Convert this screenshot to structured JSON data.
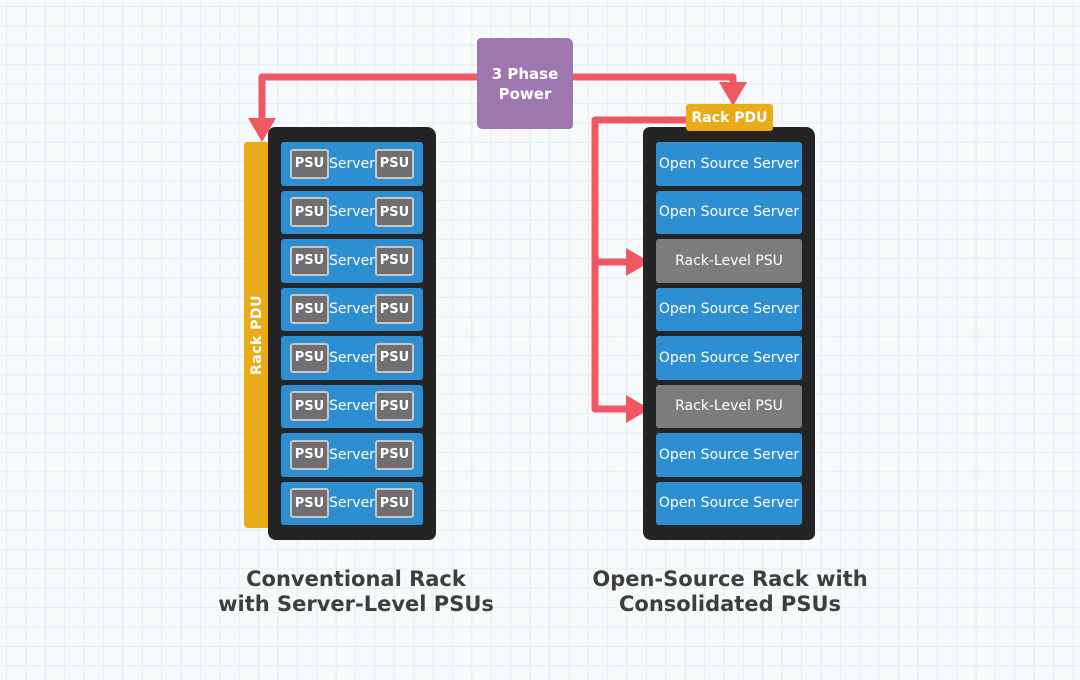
{
  "colors": {
    "background": "#f7fafb",
    "grid_line": "#e3edf4",
    "power_source_purple": "#9d77ae",
    "pdu_yellow": "#e9ab18",
    "server_blue": "#2e8ed2",
    "psu_gray": "#7c7c7c",
    "psu_box_fill": "#6f6f6f",
    "psu_box_border": "#c8c8c8",
    "rack_black": "#242424",
    "arrow_red": "#ef5862",
    "caption_text": "#3e3e3e"
  },
  "power_source": {
    "line1": "3 Phase",
    "line2": "Power"
  },
  "left_rack": {
    "pdu_label": "Rack PDU",
    "caption_line1": "Conventional Rack",
    "caption_line2": "with Server-Level PSUs",
    "rows": [
      {
        "psu_left": "PSU",
        "server_label": "Server",
        "psu_right": "PSU"
      },
      {
        "psu_left": "PSU",
        "server_label": "Server",
        "psu_right": "PSU"
      },
      {
        "psu_left": "PSU",
        "server_label": "Server",
        "psu_right": "PSU"
      },
      {
        "psu_left": "PSU",
        "server_label": "Server",
        "psu_right": "PSU"
      },
      {
        "psu_left": "PSU",
        "server_label": "Server",
        "psu_right": "PSU"
      },
      {
        "psu_left": "PSU",
        "server_label": "Server",
        "psu_right": "PSU"
      },
      {
        "psu_left": "PSU",
        "server_label": "Server",
        "psu_right": "PSU"
      },
      {
        "psu_left": "PSU",
        "server_label": "Server",
        "psu_right": "PSU"
      }
    ]
  },
  "right_rack": {
    "pdu_label": "Rack PDU",
    "caption_line1": "Open-Source Rack with",
    "caption_line2": "Consolidated PSUs",
    "rows": [
      {
        "label": "Open Source Server",
        "type": "server"
      },
      {
        "label": "Open Source Server",
        "type": "server"
      },
      {
        "label": "Rack-Level PSU",
        "type": "psu"
      },
      {
        "label": "Open Source Server",
        "type": "server"
      },
      {
        "label": "Open Source Server",
        "type": "server"
      },
      {
        "label": "Rack-Level PSU",
        "type": "psu"
      },
      {
        "label": "Open Source Server",
        "type": "server"
      },
      {
        "label": "Open Source Server",
        "type": "server"
      }
    ]
  }
}
